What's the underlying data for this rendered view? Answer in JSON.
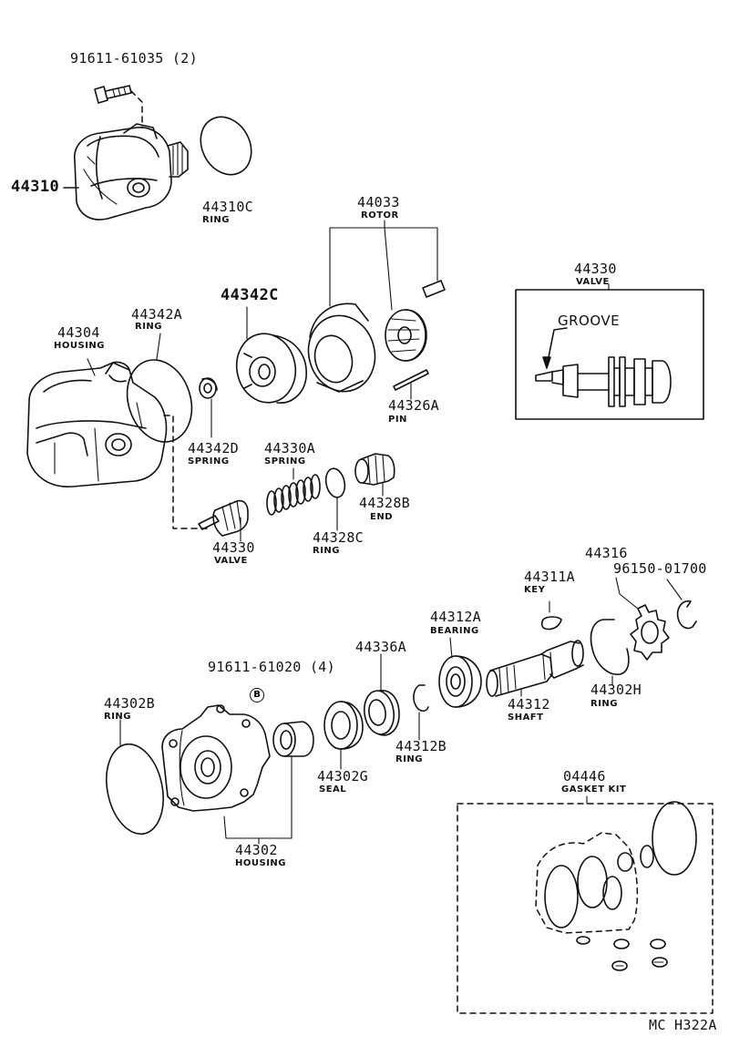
{
  "labels": {
    "p91611_61035": "91611-61035 (2)",
    "p44310": "44310",
    "p44310c": "44310C",
    "p44310c_name": "RING",
    "p44033": "44033",
    "p44033_name": "ROTOR",
    "p44330_top": "44330",
    "p44330_top_name": "VALVE",
    "groove": "GROOVE",
    "p44342c": "44342C",
    "p44342a": "44342A",
    "p44342a_name": "RING",
    "p44304": "44304",
    "p44304_name": "HOUSING",
    "p44326a": "44326A",
    "p44326a_name": "PIN",
    "p44342d": "44342D",
    "p44342d_name": "SPRING",
    "p44330a": "44330A",
    "p44330a_name": "SPRING",
    "p44328b": "44328B",
    "p44328b_name": "END",
    "p44330_mid": "44330",
    "p44330_mid_name": "VALVE",
    "p44328c": "44328C",
    "p44328c_name": "RING",
    "p44316": "44316",
    "p96150_01700": "96150-01700",
    "p44311a": "44311A",
    "p44311a_name": "KEY",
    "p44312a": "44312A",
    "p44312a_name": "BEARING",
    "p44336a": "44336A",
    "p91611_61020": "91611-61020 (4)",
    "b_mark": "B",
    "p44302b": "44302B",
    "p44302b_name": "RING",
    "p44302h": "44302H",
    "p44302h_name": "RING",
    "p44312": "44312",
    "p44312_name": "SHAFT",
    "p44312b": "44312B",
    "p44312b_name": "RING",
    "p44302g": "44302G",
    "p44302g_name": "SEAL",
    "p04446": "04446",
    "p04446_name": "GASKET KIT",
    "p44302": "44302",
    "p44302_name": "HOUSING",
    "figure_code": "MC H322A"
  }
}
